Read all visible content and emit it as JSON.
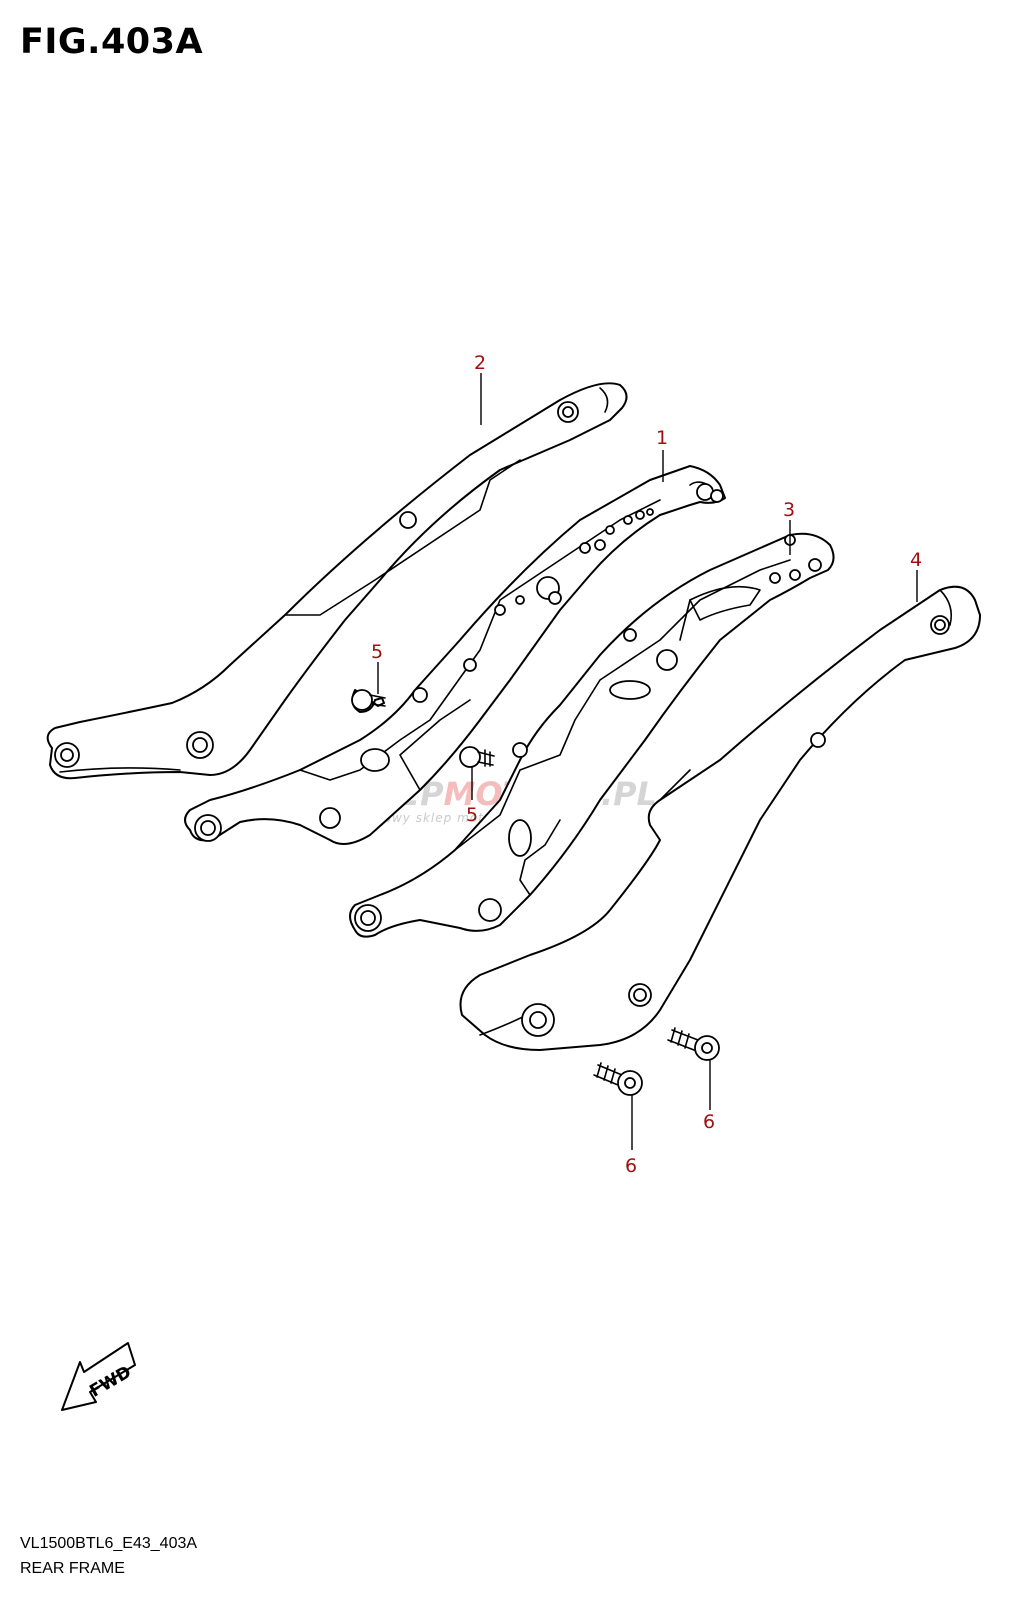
{
  "figure": {
    "title": "FIG.403A",
    "model_code": "VL1500BTL6_E43_403A",
    "section_name": "REAR FRAME"
  },
  "callouts": [
    {
      "id": "2",
      "label": "2"
    },
    {
      "id": "1",
      "label": "1"
    },
    {
      "id": "3",
      "label": "3"
    },
    {
      "id": "4",
      "label": "4"
    },
    {
      "id": "5a",
      "label": "5"
    },
    {
      "id": "5b",
      "label": "5"
    },
    {
      "id": "6a",
      "label": "6"
    },
    {
      "id": "6b",
      "label": "6"
    }
  ],
  "direction_marker": {
    "label": "FWD",
    "icon": "fwd-arrow-icon"
  },
  "watermark": {
    "brand_prefix": "SKLEP",
    "brand_accent": "MOTO",
    "brand_suffix": "GS.PL",
    "tagline": "internetowy sklep motocyklowy"
  },
  "colors": {
    "callout": "#a01010",
    "line": "#000000",
    "watermark_accent": "#f2a6a6"
  }
}
